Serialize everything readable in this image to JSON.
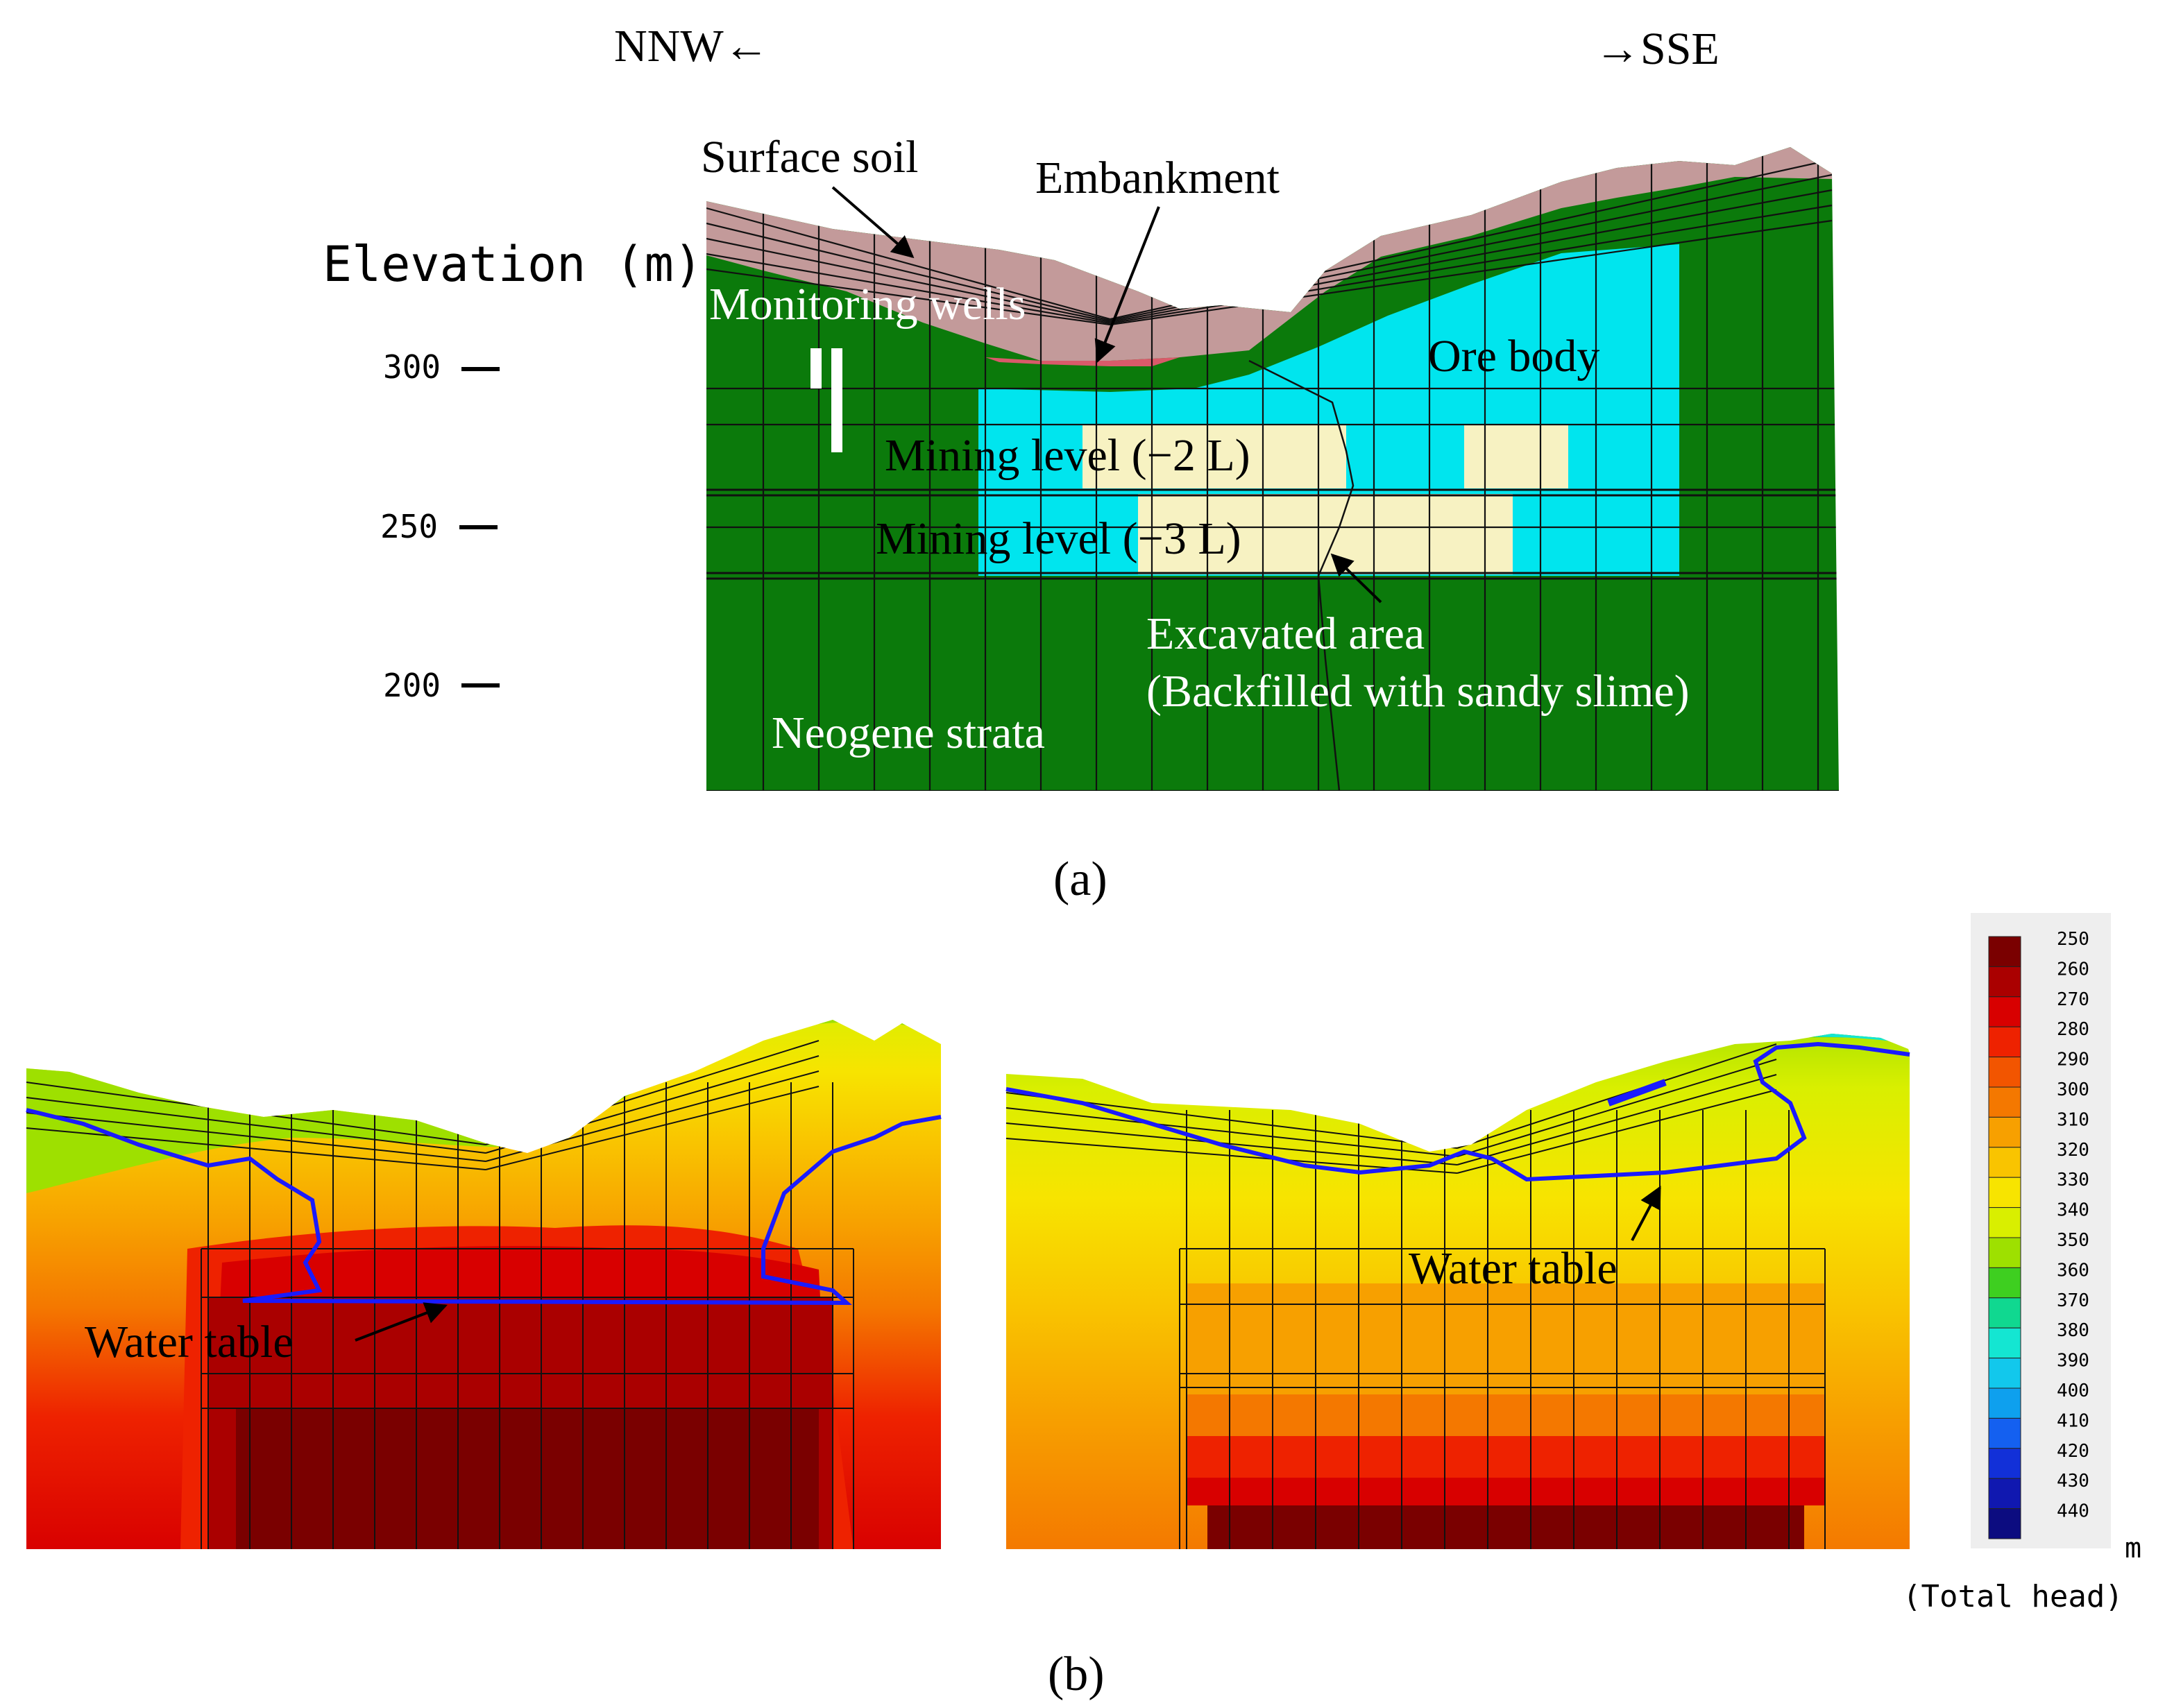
{
  "panel_a": {
    "direction_left": "NNW←",
    "direction_right": "→SSE",
    "elevation_label": "Elevation (m)",
    "elevation_ticks": [
      {
        "value": 300,
        "label": "300"
      },
      {
        "value": 250,
        "label": "250"
      },
      {
        "value": 200,
        "label": "200"
      }
    ],
    "labels": {
      "surface_soil": "Surface soil",
      "embankment": "Embankment",
      "monitoring_wells": "Monitoring wells",
      "ore_body": "Ore body",
      "mining_level_2": "Mining level (−2 L)",
      "mining_level_3": "Mining level (−3 L)",
      "excavated_area_1": "Excavated area",
      "excavated_area_2": "(Backfilled with sandy slime)",
      "neogene": "Neogene strata"
    },
    "caption": "(a)",
    "colors": {
      "surface_soil": "#c39a9a",
      "neogene": "#0b7a0b",
      "ore_body": "#00e5ee",
      "excavated": "#f7f2c2",
      "mesh": "#1a1a1a",
      "wells": "#ffffff"
    }
  },
  "panel_b": {
    "water_table_left": "Water table",
    "water_table_right": "Water table",
    "caption": "(b)",
    "water_table_color": "#1a1aff"
  },
  "legend": {
    "values": [
      "250",
      "260",
      "270",
      "280",
      "290",
      "300",
      "310",
      "320",
      "330",
      "340",
      "350",
      "360",
      "370",
      "380",
      "390",
      "400",
      "410",
      "420",
      "430",
      "440"
    ],
    "colors": [
      "#7a0000",
      "#aa0000",
      "#d80000",
      "#ee2200",
      "#f25500",
      "#f47800",
      "#f7a000",
      "#f9c400",
      "#f7e400",
      "#d9ef00",
      "#9ee000",
      "#3ecf20",
      "#10d890",
      "#14e6d2",
      "#12c8ec",
      "#0ea0ee",
      "#1460f0",
      "#1230d8",
      "#1018b0",
      "#0c0c80"
    ],
    "unit": "m",
    "title": "(Total head)"
  }
}
